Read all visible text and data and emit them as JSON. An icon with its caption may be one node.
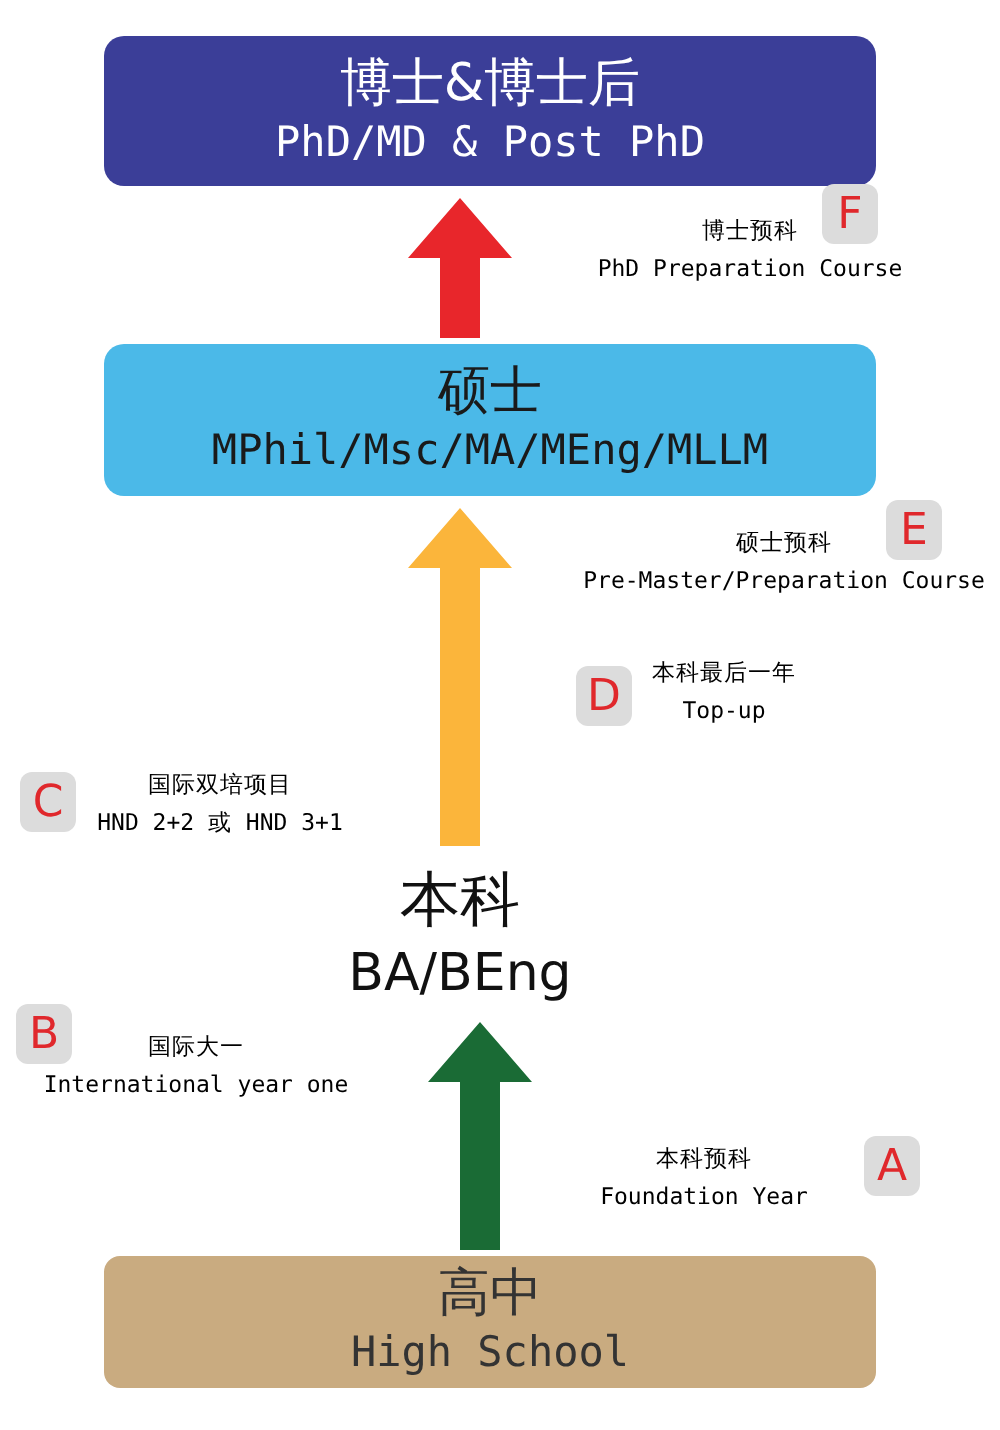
{
  "diagram": {
    "nodes": [
      {
        "text": [
          "博士&博士后",
          "PhD/MD & Post PhD"
        ]
      },
      {
        "text": [
          "硕士",
          "MPhil/Msc/MA/MEng/MLLM"
        ]
      },
      {
        "text": [
          "本科",
          "BA/BEng"
        ]
      },
      {
        "text": [
          "高中",
          "High School"
        ]
      },
      {
        "text": [
          "F"
        ],
        "beside": [
          "博士预科",
          "PhD Preparation Course"
        ]
      },
      {
        "text": [
          "E"
        ],
        "beside": [
          "硕士预科",
          "Pre-Master/Preparation Course"
        ]
      },
      {
        "text": [
          "D"
        ],
        "beside": [
          "本科最后一年",
          "Top-up"
        ]
      },
      {
        "text": [
          "C"
        ],
        "beside": [
          "国际双培项目",
          "HND 2+2 或 HND 3+1"
        ]
      },
      {
        "text": [
          "B"
        ],
        "beside": [
          "国际大一",
          "International year one"
        ]
      },
      {
        "text": [
          "A"
        ],
        "beside": [
          "本科预科",
          "Foundation Year"
        ]
      }
    ],
    "edges": [
      {
        "from": 3,
        "to": 2,
        "arrow": "to",
        "style": "thick",
        "color": "#1a6b35"
      },
      {
        "from": 2,
        "to": 1,
        "arrow": "to",
        "style": "thick",
        "color": "#fbb53b"
      },
      {
        "from": 1,
        "to": 0,
        "arrow": "to",
        "style": "thick",
        "color": "#e8262b"
      }
    ]
  }
}
